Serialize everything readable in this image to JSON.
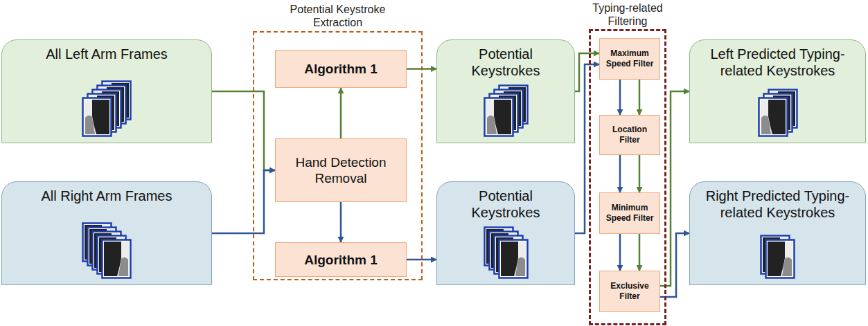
{
  "diagram": {
    "nodes": [
      {
        "text": [
          "All Left Arm Frames"
        ]
      },
      {
        "text": [
          "All Right Arm Frames"
        ]
      },
      {
        "text": [
          "Potential Keystroke Extraction"
        ]
      },
      {
        "text": [
          "Algorithm 1"
        ],
        "in": 2
      },
      {
        "text": [
          "Hand Detection Removal"
        ],
        "in": 2
      },
      {
        "text": [
          "Algorithm 1"
        ],
        "in": 2
      },
      {
        "text": [
          "Potential Keystrokes"
        ]
      },
      {
        "text": [
          "Potential Keystrokes"
        ]
      },
      {
        "text": [
          "Typing-related Filtering"
        ]
      },
      {
        "text": [
          "Maximum Speed Filter"
        ],
        "in": 8
      },
      {
        "text": [
          "Location Filter"
        ],
        "in": 8
      },
      {
        "text": [
          "Minimum Speed Filter"
        ],
        "in": 8
      },
      {
        "text": [
          "Exclusive Filter"
        ],
        "in": 8
      },
      {
        "text": [
          "Left Predicted Typing-related Keystrokes"
        ]
      },
      {
        "text": [
          "Right Predicted Typing-related Keystrokes"
        ]
      }
    ],
    "edges": [
      {
        "from": 0,
        "to": 4,
        "arrow": "to"
      },
      {
        "from": 1,
        "to": 4,
        "arrow": "to"
      },
      {
        "from": 4,
        "to": 3,
        "arrow": "to"
      },
      {
        "from": 4,
        "to": 5,
        "arrow": "to"
      },
      {
        "from": 3,
        "to": 6,
        "arrow": "to"
      },
      {
        "from": 5,
        "to": 7,
        "arrow": "to"
      },
      {
        "from": 6,
        "to": 9,
        "arrow": "to"
      },
      {
        "from": 7,
        "to": 9,
        "arrow": "to"
      },
      {
        "from": 9,
        "to": 10,
        "arrow": "to"
      },
      {
        "from": 10,
        "to": 11,
        "arrow": "to"
      },
      {
        "from": 11,
        "to": 12,
        "arrow": "to"
      },
      {
        "from": 12,
        "to": 13,
        "arrow": "to"
      },
      {
        "from": 12,
        "to": 14,
        "arrow": "to"
      }
    ]
  }
}
